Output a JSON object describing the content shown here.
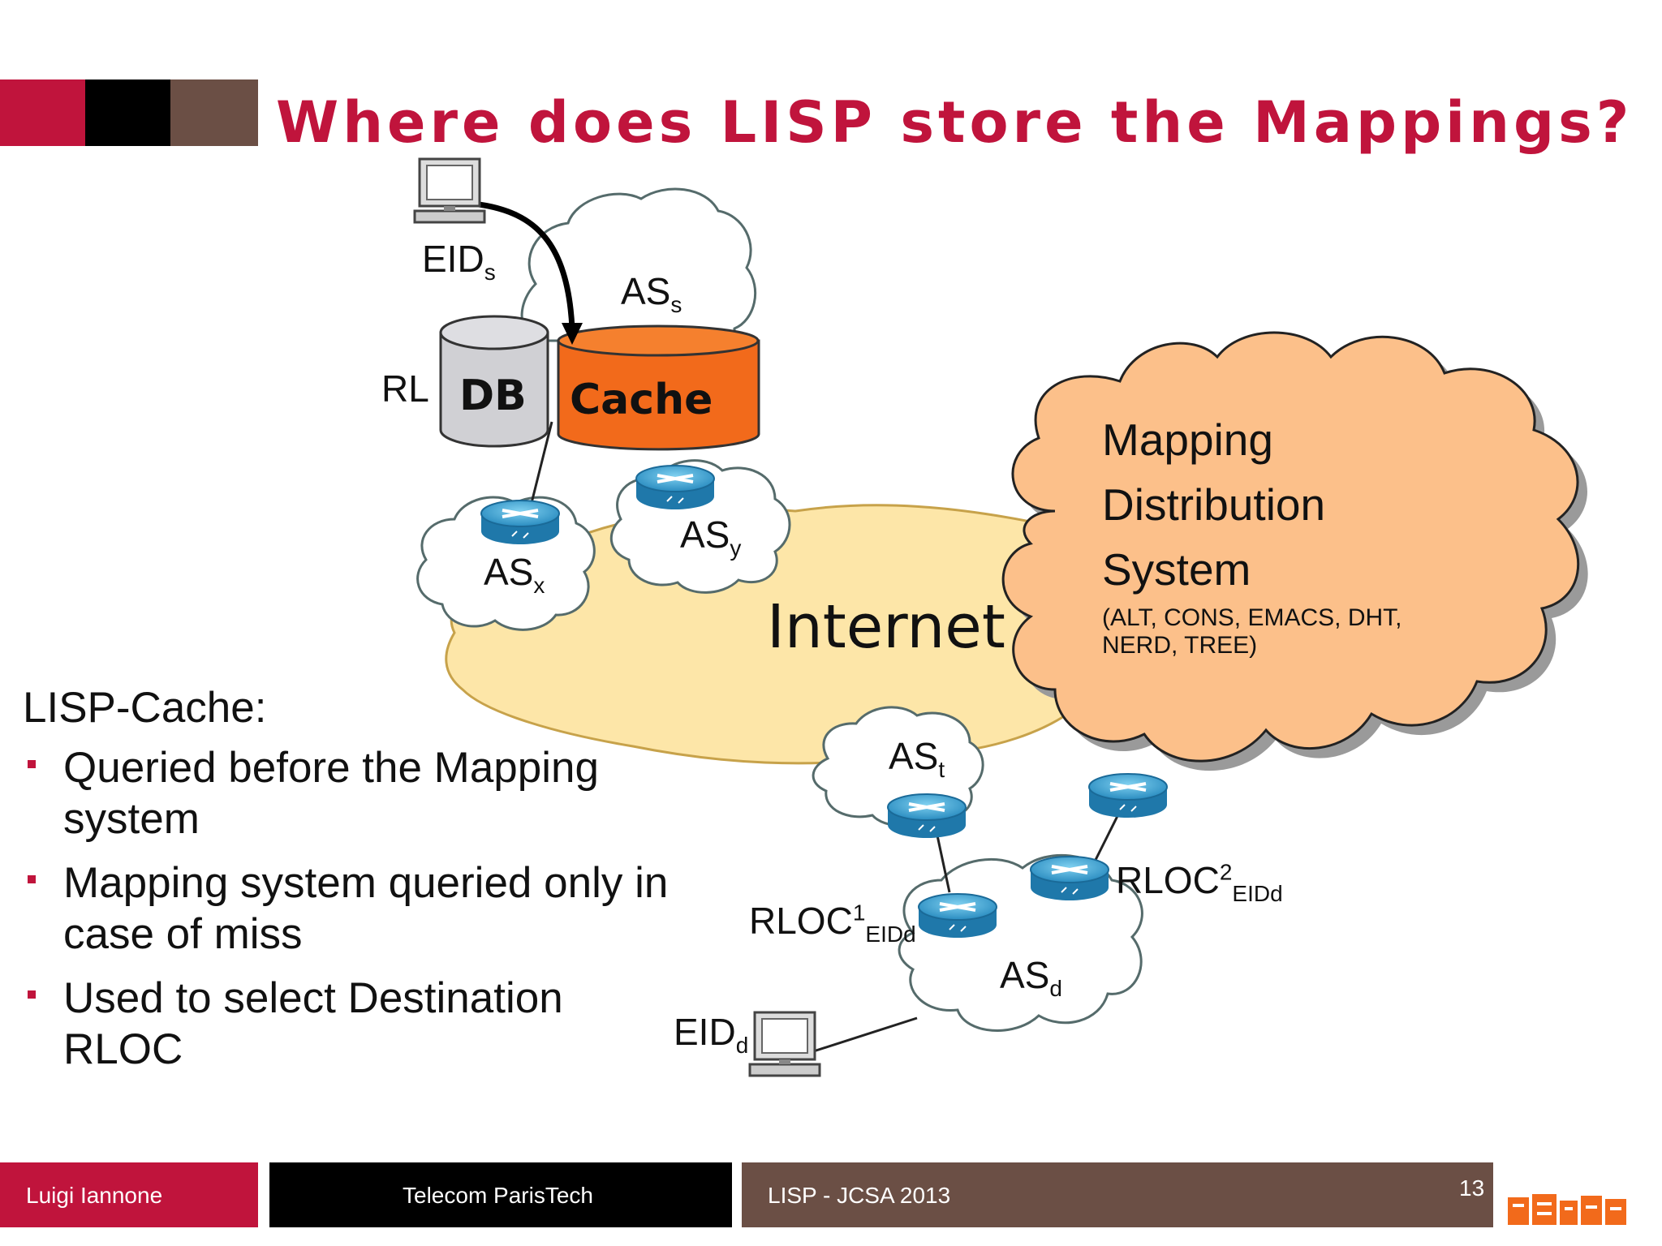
{
  "title": "Where does LISP store the Mappings?",
  "colors": {
    "accent": "#c0143c",
    "black": "#000000",
    "brown": "#6b4f45",
    "cache_orange": "#f26a1b",
    "db_gray": "#d0d0d4",
    "internet_fill": "#fde6a8",
    "mds_fill": "#fcc08a"
  },
  "content": {
    "heading": "LISP-Cache:",
    "bullets": [
      {
        "lines": [
          "Queried before the Mapping",
          "system"
        ]
      },
      {
        "lines": [
          "Mapping system queried only in",
          "case of miss"
        ]
      },
      {
        "lines": [
          "Used to select Destination",
          "RLOC"
        ]
      }
    ]
  },
  "diagram": {
    "eid_s": {
      "base": "EID",
      "sub": "s"
    },
    "as_s": {
      "base": "AS",
      "sub": "s"
    },
    "rloc_partial": "RL",
    "db": "DB",
    "cache": "Cache",
    "as_x": {
      "base": "AS",
      "sub": "x"
    },
    "as_y": {
      "base": "AS",
      "sub": "y"
    },
    "internet": "Internet",
    "as_t": {
      "base": "AS",
      "sub": "t"
    },
    "rloc1": {
      "base": "RLOC",
      "sup": "1",
      "sub": "EIDd"
    },
    "rloc2": {
      "base": "RLOC",
      "sup": "2",
      "sub": "EIDd"
    },
    "as_d": {
      "base": "AS",
      "sub": "d"
    },
    "eid_d": {
      "base": "EID",
      "sub": "d"
    },
    "mds": {
      "lines": [
        "Mapping",
        "Distribution",
        "System"
      ],
      "small_lines": [
        "(ALT, CONS, EMACS, DHT,",
        "NERD, TREE)"
      ]
    },
    "icons": [
      "computer-icon",
      "router-icon",
      "database-icon",
      "cloud-icon"
    ]
  },
  "footer": {
    "author": "Luigi Iannone",
    "institution": "Telecom ParisTech",
    "event": "LISP - JCSA 2013",
    "page_number": "13"
  }
}
